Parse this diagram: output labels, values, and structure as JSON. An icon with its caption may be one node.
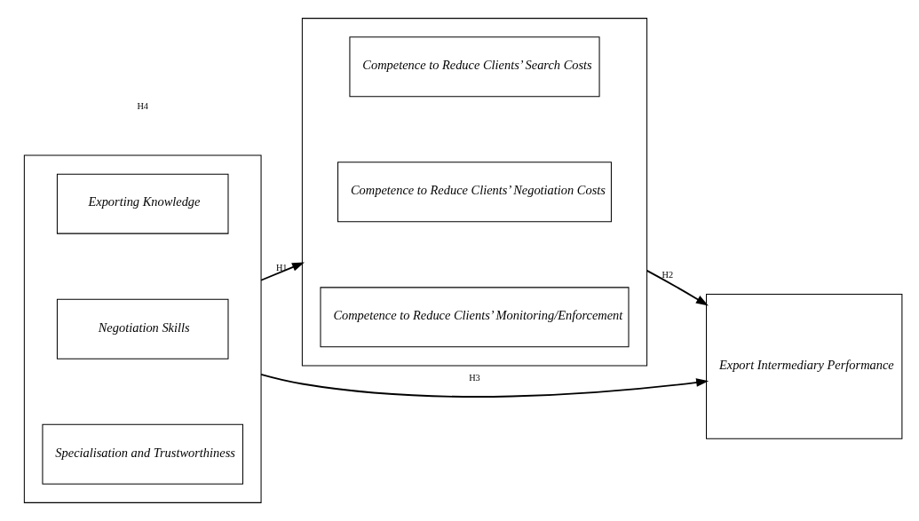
{
  "diagram": {
    "nodes": [
      {
        "text": [],
        "shape": "box"
      },
      {
        "text": [
          "Exporting Knowledge"
        ],
        "in": 0
      },
      {
        "text": [
          "Negotiation Skills"
        ],
        "in": 0
      },
      {
        "text": [
          "Specialisation and Trustworthiness"
        ],
        "in": 0
      },
      {
        "text": [],
        "shape": "box"
      },
      {
        "text": [
          "Competence to Reduce Clients’ Search Costs"
        ],
        "in": 4
      },
      {
        "text": [
          "Competence to Reduce Clients’ Negotiation Costs"
        ],
        "in": 4
      },
      {
        "text": [
          "Competence to Reduce Clients’ Monitoring/Enforcement"
        ],
        "in": 4
      },
      {
        "text": [
          "Export Intermediary Performance"
        ]
      }
    ],
    "edges": [
      {
        "from": 0,
        "to": 4,
        "arrow": "to",
        "label": "H1"
      },
      {
        "from": 4,
        "to": 8,
        "arrow": "to",
        "label": "H2"
      },
      {
        "from": 0,
        "to": 8,
        "arrow": "to",
        "label": "H3"
      }
    ],
    "labels": [
      "H4"
    ]
  }
}
